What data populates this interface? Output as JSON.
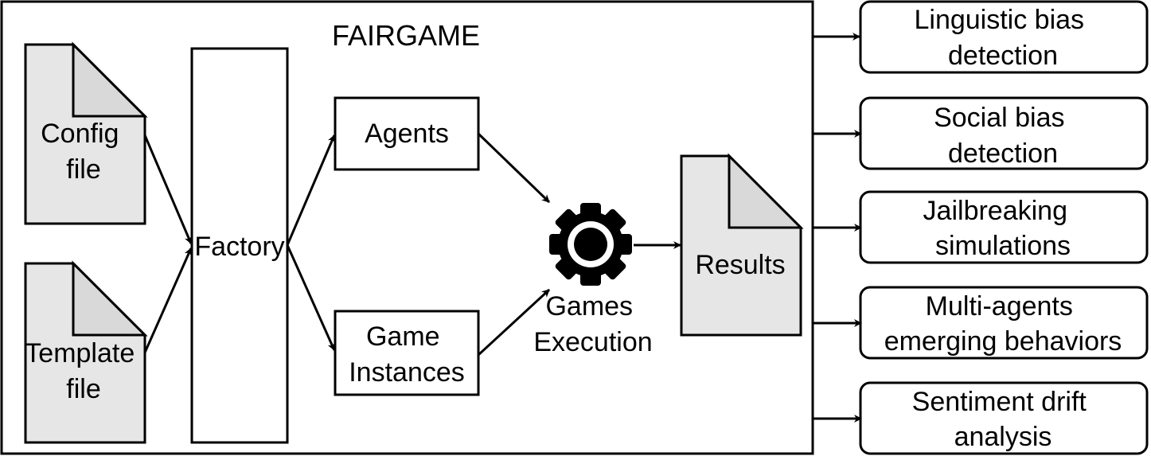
{
  "diagram": {
    "title": "FAIRGAME",
    "inputs": {
      "config": [
        "Config",
        "file"
      ],
      "template": [
        "Template",
        "file"
      ]
    },
    "factory": "Factory",
    "agents": "Agents",
    "game_instances": [
      "Game",
      "Instances"
    ],
    "execution": [
      "Games",
      "Execution"
    ],
    "execution_icon": "gear-icon",
    "results": "Results",
    "outputs": [
      [
        "Linguistic bias",
        "detection"
      ],
      [
        "Social bias",
        "detection"
      ],
      [
        "Jailbreaking",
        "simulations"
      ],
      [
        "Multi-agents",
        "emerging behaviors"
      ],
      [
        "Sentiment drift",
        "analysis"
      ]
    ],
    "colors": {
      "doc_fill": "#e6e6e6",
      "doc_fold": "#d9d9d9",
      "stroke": "#000000"
    }
  }
}
